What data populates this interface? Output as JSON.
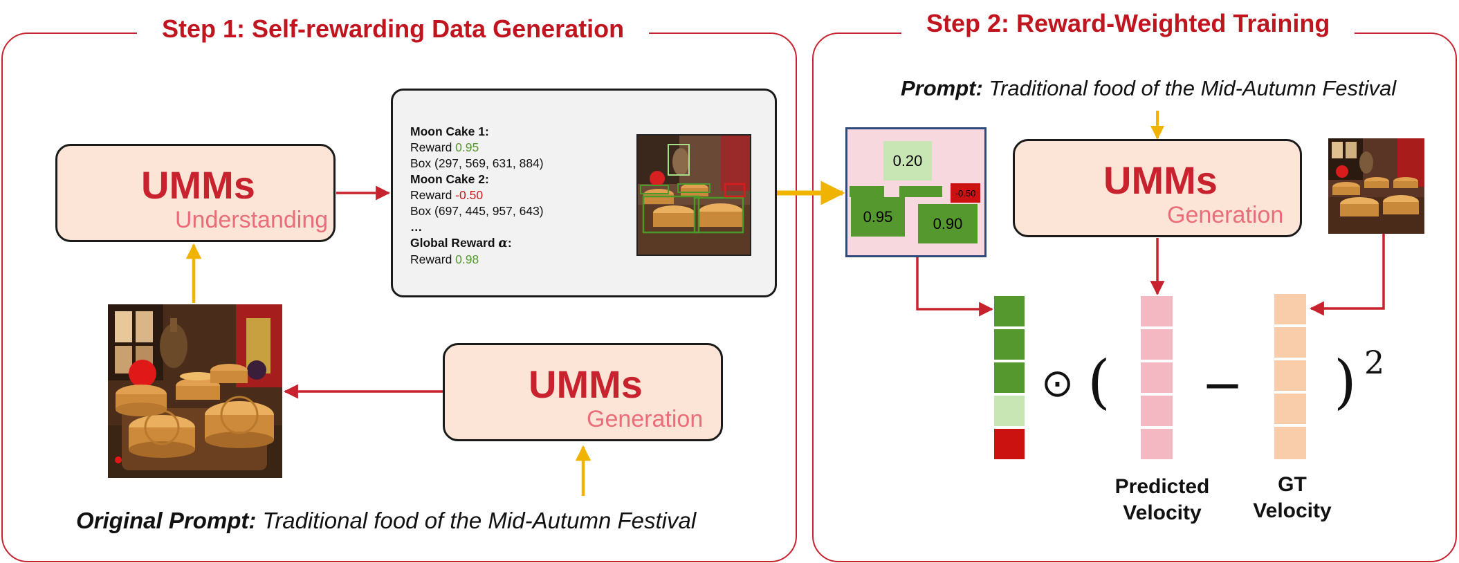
{
  "step1": {
    "title": "Step 1: Self-rewarding Data Generation"
  },
  "step2": {
    "title": "Step 2: Reward-Weighted Training"
  },
  "umm_understanding": {
    "title": "UMMs",
    "subtitle": "Understanding"
  },
  "umm_generation_left": {
    "title": "UMMs",
    "subtitle": "Generation"
  },
  "umm_generation_right": {
    "title": "UMMs",
    "subtitle": "Generation"
  },
  "reward_box": {
    "item1_label": "Moon Cake 1:",
    "item1_reward_prefix": "Reward ",
    "item1_reward_value": "0.95",
    "item1_box": "Box (297, 569, 631, 884)",
    "item2_label": "Moon Cake 2:",
    "item2_reward_prefix": "Reward ",
    "item2_reward_value": "-0.50",
    "item2_box": "Box (697, 445, 957, 643)",
    "ellipsis": "…",
    "global_label": "Global Reward ",
    "global_symbol": "α",
    "global_colon": ":",
    "global_reward_prefix": "Reward ",
    "global_reward_value": "0.98"
  },
  "reward_map": {
    "score_top": "0.20",
    "score_left": "0.95",
    "score_right": "0.90",
    "score_neg": "-0.50"
  },
  "original_prompt": {
    "label": "Original Prompt:",
    "text": " Traditional food of the Mid-Autumn Festival"
  },
  "prompt": {
    "label": "Prompt:",
    "text": " Traditional food of the Mid-Autumn Festival"
  },
  "formula": {
    "odot": "⊙",
    "lparen": "(",
    "minus": "−",
    "rparen": ")",
    "power": "2"
  },
  "predicted_velocity": {
    "line1": "Predicted",
    "line2": "Velocity"
  },
  "gt_velocity": {
    "line1": "GT",
    "line2": "Velocity"
  },
  "colors": {
    "accent_red": "#c8222f",
    "arrow_yellow": "#f0b400",
    "umm_fill": "#fce4d6",
    "reward_green": "#54982e",
    "reward_light_green": "#c8e6b4",
    "reward_red": "#cc1111",
    "predicted_pink": "#f4b8c2",
    "gt_peach": "#f9cda9",
    "map_bg": "#f8d8df",
    "map_border": "#2e4a7a"
  }
}
